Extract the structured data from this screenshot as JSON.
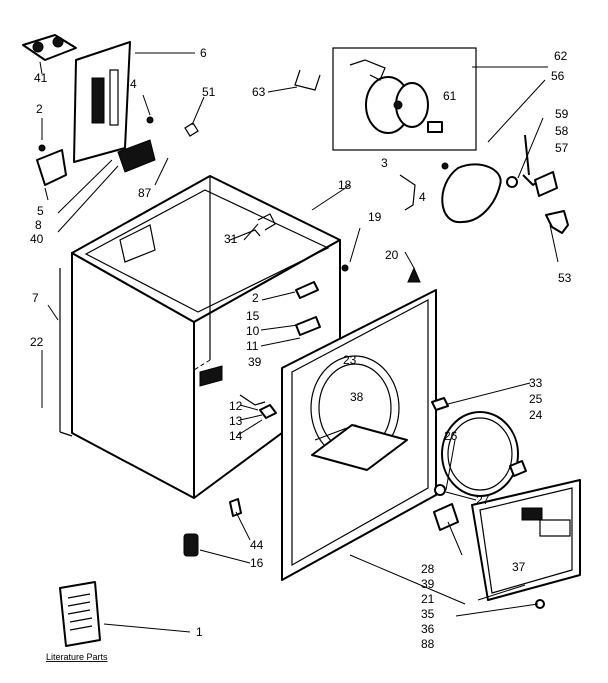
{
  "diagram": {
    "caption": "Literature Parts",
    "part_numbers": [
      "1",
      "2",
      "3",
      "4",
      "5",
      "6",
      "7",
      "8",
      "10",
      "11",
      "12",
      "13",
      "14",
      "15",
      "16",
      "18",
      "19",
      "20",
      "21",
      "22",
      "23",
      "24",
      "25",
      "26",
      "27",
      "28",
      "31",
      "33",
      "35",
      "36",
      "37",
      "38",
      "39",
      "40",
      "41",
      "44",
      "51",
      "53",
      "56",
      "57",
      "58",
      "59",
      "61",
      "62",
      "63",
      "87",
      "88"
    ]
  }
}
